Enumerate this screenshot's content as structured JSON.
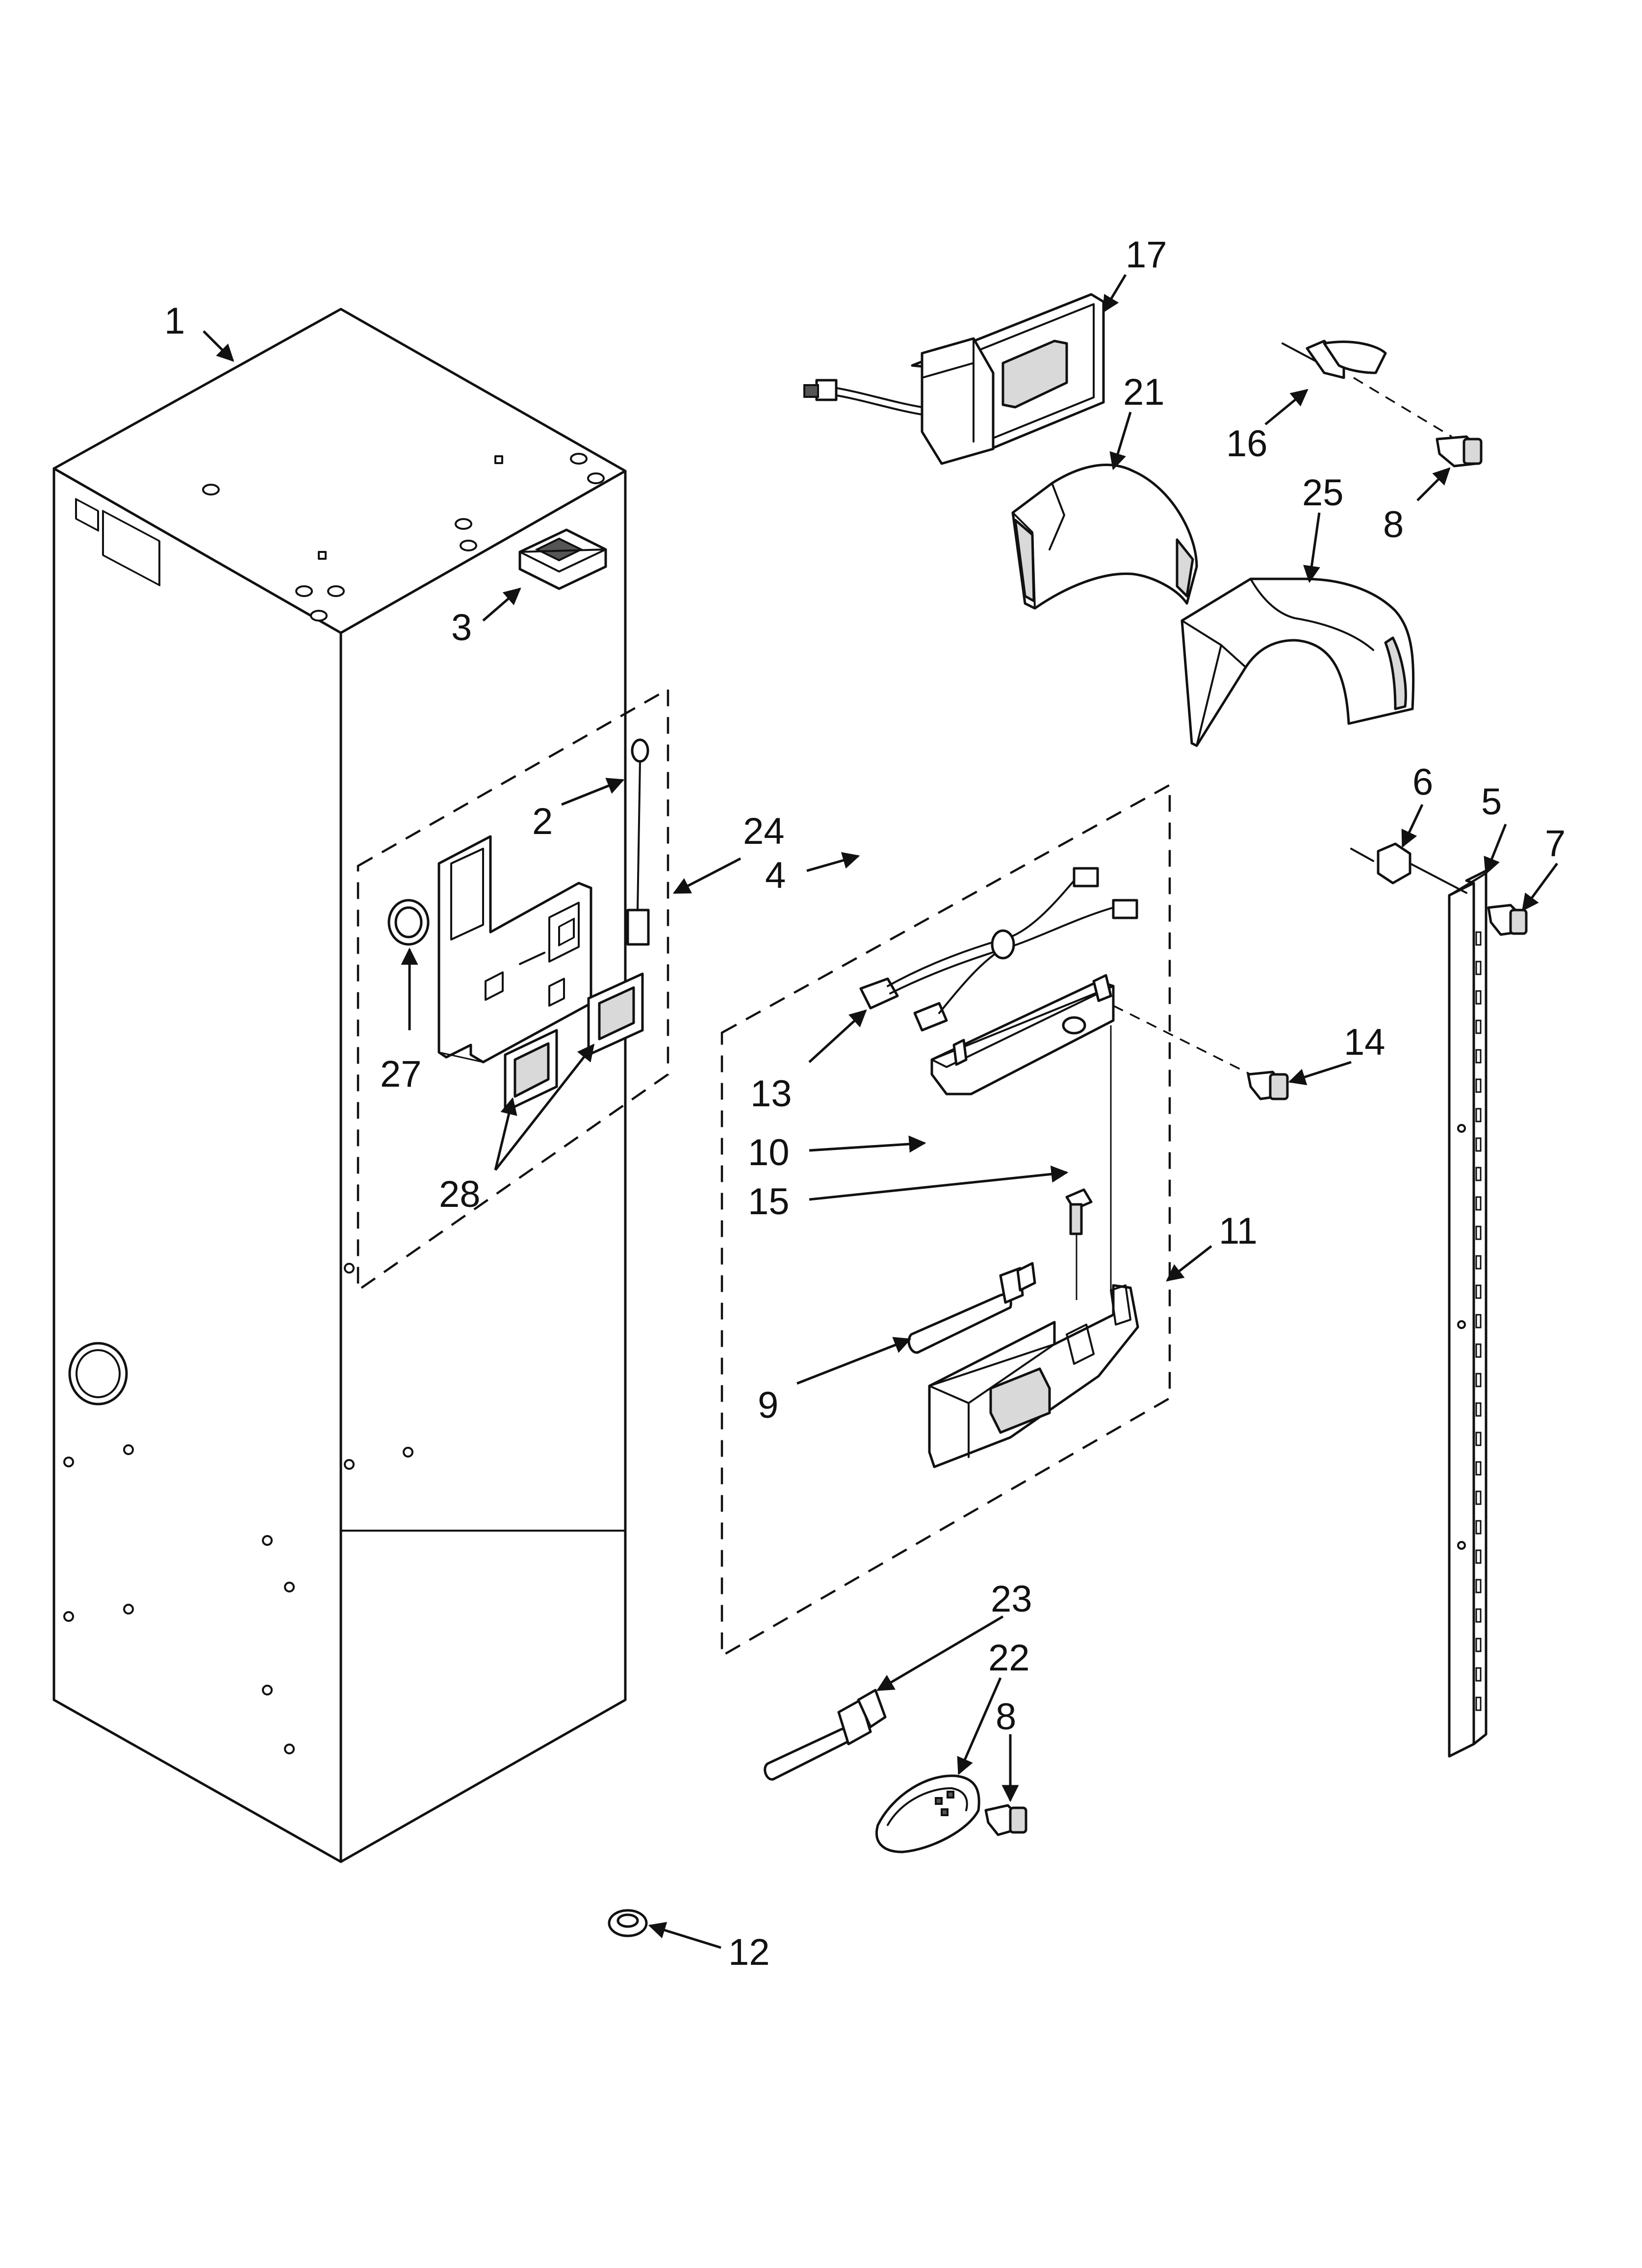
{
  "arrow_color": "#111111",
  "callouts": {
    "c1": "1",
    "c2": "2",
    "c3": "3",
    "c4": "4",
    "c5": "5",
    "c6": "6",
    "c7": "7",
    "c8a": "8",
    "c8b": "8",
    "c9": "9",
    "c10": "10",
    "c11": "11",
    "c12": "12",
    "c13": "13",
    "c14": "14",
    "c15": "15",
    "c16": "16",
    "c17": "17",
    "c21": "21",
    "c22": "22",
    "c23": "23",
    "c24": "24",
    "c25": "25",
    "c27": "27",
    "c28": "28"
  }
}
